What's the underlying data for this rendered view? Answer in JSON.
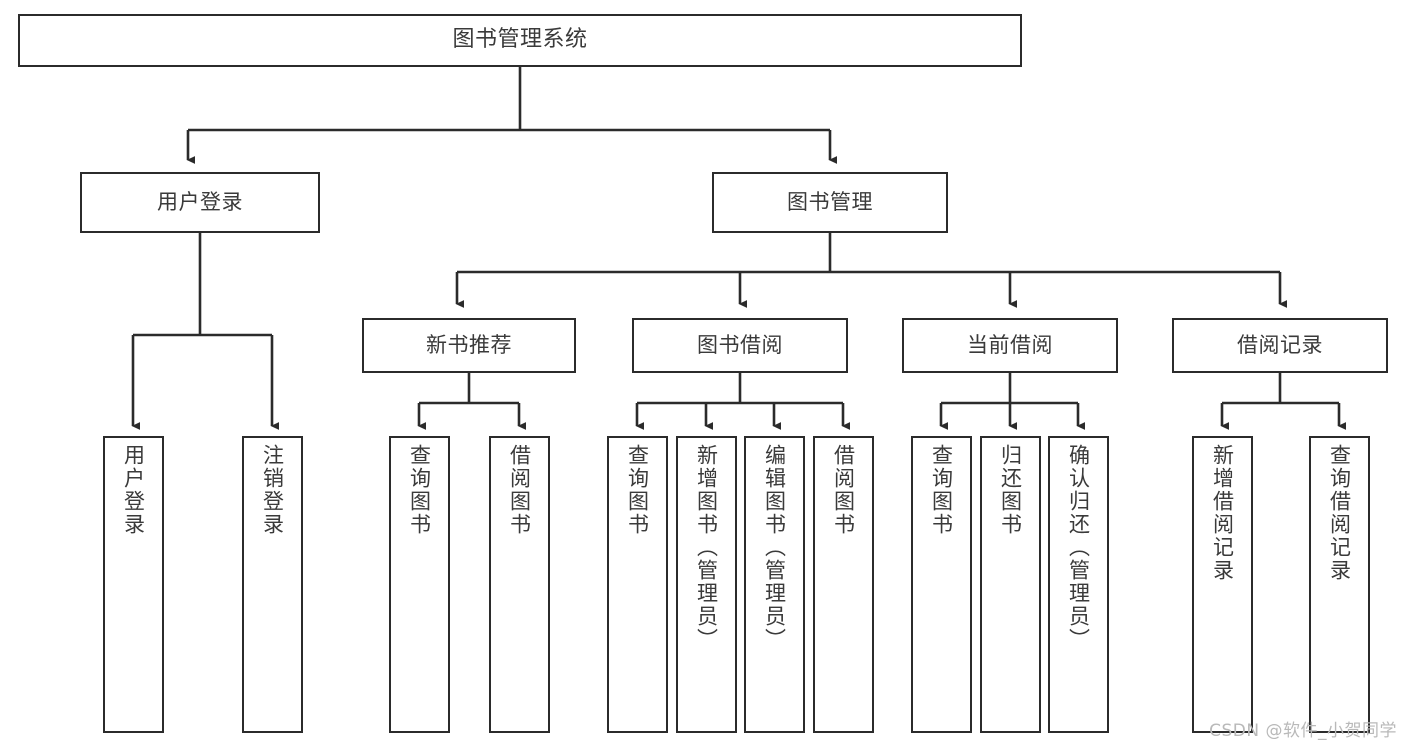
{
  "diagram": {
    "title": "图书管理系统",
    "type": "功能结构图",
    "colors": {
      "border": "#2b2b2b",
      "text": "#3a3a3a",
      "background": "#ffffff",
      "watermark": "#b9b9b9",
      "edge": "#2b2b2b"
    },
    "root": {
      "label": "图书管理系统"
    },
    "level2": [
      {
        "label": "用户登录"
      },
      {
        "label": "图书管理"
      }
    ],
    "level3": [
      {
        "label": "新书推荐"
      },
      {
        "label": "图书借阅"
      },
      {
        "label": "当前借阅"
      },
      {
        "label": "借阅记录"
      }
    ],
    "leaves": {
      "user_login": [
        {
          "label": "用户登录"
        },
        {
          "label": "注销登录"
        }
      ],
      "new_book_recommend": [
        {
          "label": "查询图书"
        },
        {
          "label": "借阅图书"
        }
      ],
      "book_borrow": [
        {
          "label": "查询图书"
        },
        {
          "label": "新增图书（管理员）"
        },
        {
          "label": "编辑图书（管理员）"
        },
        {
          "label": "借阅图书"
        }
      ],
      "current_borrow": [
        {
          "label": "查询图书"
        },
        {
          "label": "归还图书"
        },
        {
          "label": "确认归还（管理员）"
        }
      ],
      "borrow_record": [
        {
          "label": "新增借阅记录"
        },
        {
          "label": "查询借阅记录"
        }
      ]
    }
  },
  "watermark": {
    "text": "CSDN @软件_小贺同学"
  }
}
